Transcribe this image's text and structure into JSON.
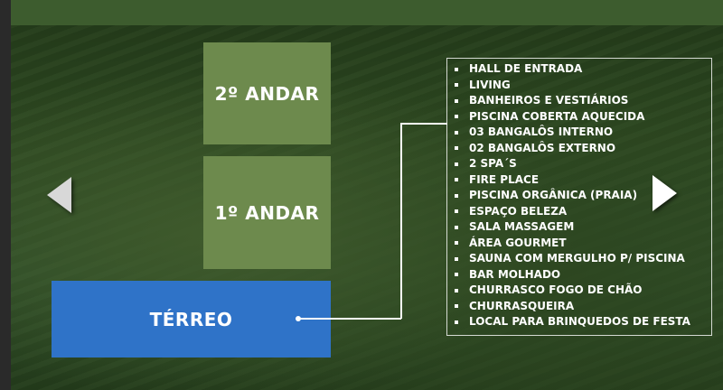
{
  "floors": {
    "second": "2º ANDAR",
    "first": "1º ANDAR",
    "ground": "TÉRREO"
  },
  "amenities": [
    "HALL DE ENTRADA",
    "LIVING",
    "BANHEIROS E VESTIÁRIOS",
    "PISCINA COBERTA AQUECIDA",
    "03 BANGALÔS INTERNO",
    "02 BANGALÔS EXTERNO",
    "2 SPA´S",
    "FIRE PLACE",
    "PISCINA ORGÂNICA (PRAIA)",
    "ESPAÇO BELEZA",
    "SALA MASSAGEM",
    "ÁREA GOURMET",
    "SAUNA COM MERGULHO P/  PISCINA",
    "BAR MOLHADO",
    "CHURRASCO FOGO DE CHÃO",
    "CHURRASQUEIRA",
    "LOCAL PARA BRINQUEDOS DE FESTA"
  ],
  "colors": {
    "floor_green": "#6d8a4d",
    "floor_selected": "#2f73c8"
  }
}
